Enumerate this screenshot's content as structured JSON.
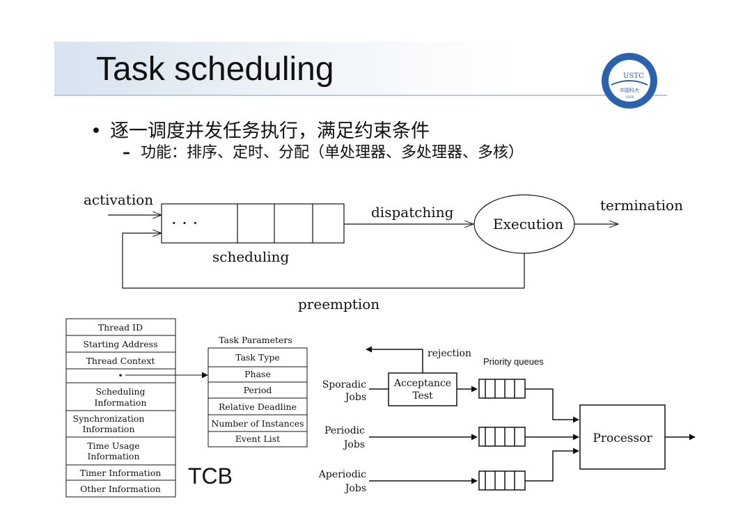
{
  "title": "Task scheduling",
  "bullet": "逐一调度并发任务执行，满足约束条件",
  "sub_bullet": "功能：排序、定时、分配（单处理器、多处理器、多核）",
  "logo": {
    "text": "USTC",
    "caption": "中国科大",
    "year": "1958"
  },
  "flow": {
    "activation": "activation",
    "queue_dots": "· · ·",
    "dispatching": "dispatching",
    "execution": "Execution",
    "termination": "termination",
    "scheduling": "scheduling",
    "preemption": "preemption"
  },
  "tcb": {
    "rows": [
      [
        "Thread ID"
      ],
      [
        "Starting Address"
      ],
      [
        "Thread Context"
      ],
      [
        "•"
      ],
      [
        "Scheduling",
        "Information"
      ],
      [
        "Synchronization",
        "Information"
      ],
      [
        "Time Usage",
        "Information"
      ],
      [
        "Timer Information"
      ],
      [
        "Other Information"
      ]
    ],
    "label": "TCB"
  },
  "task_params": {
    "title": "Task Parameters",
    "rows": [
      "Task Type",
      "Phase",
      "Period",
      "Relative Deadline",
      "Number of Instances",
      "Event List"
    ]
  },
  "queueing": {
    "rejection": "rejection",
    "priority_queues": "Priority queues",
    "sporadic": [
      "Sporadic",
      "Jobs"
    ],
    "periodic": [
      "Periodic",
      "Jobs"
    ],
    "aperiodic": [
      "Aperiodic",
      "Jobs"
    ],
    "acceptance": [
      "Acceptance",
      "Test"
    ],
    "processor": "Processor"
  },
  "colors": {
    "logo_blue": "#2a62ad",
    "title_band": "#d8e3ef"
  }
}
